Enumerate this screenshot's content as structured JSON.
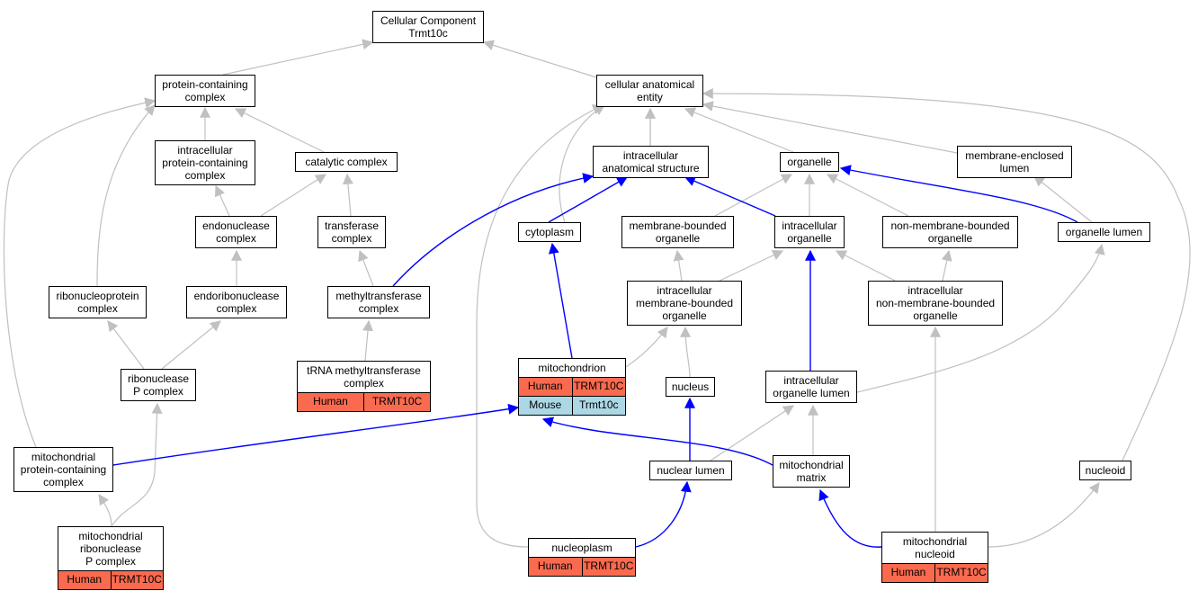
{
  "colors": {
    "edge_isa": "#c0c0c0",
    "edge_highlight": "#0000ff",
    "human_fill": "#fa6a4f",
    "mouse_fill": "#acd8e6"
  },
  "nodes": {
    "cc_root": {
      "title": "Cellular Component\nTrmt10c"
    },
    "protein_containing_complex": {
      "title": "protein-containing\ncomplex"
    },
    "cellular_anatomical_entity": {
      "title": "cellular anatomical\nentity"
    },
    "intracellular_protein_containing_complex": {
      "title": "intracellular\nprotein-containing\ncomplex"
    },
    "catalytic_complex": {
      "title": "catalytic complex"
    },
    "intracellular_anatomical_structure": {
      "title": "intracellular\nanatomical structure"
    },
    "organelle": {
      "title": "organelle"
    },
    "membrane_enclosed_lumen": {
      "title": "membrane-enclosed\nlumen"
    },
    "endonuclease_complex": {
      "title": "endonuclease\ncomplex"
    },
    "transferase_complex": {
      "title": "transferase\ncomplex"
    },
    "cytoplasm": {
      "title": "cytoplasm"
    },
    "membrane_bounded_organelle": {
      "title": "membrane-bounded\norganelle"
    },
    "intracellular_organelle": {
      "title": "intracellular\norganelle"
    },
    "non_membrane_bounded_organelle": {
      "title": "non-membrane-bounded\norganelle"
    },
    "organelle_lumen": {
      "title": "organelle lumen"
    },
    "ribonucleoprotein_complex": {
      "title": "ribonucleoprotein\ncomplex"
    },
    "endoribonuclease_complex": {
      "title": "endoribonuclease\ncomplex"
    },
    "methyltransferase_complex": {
      "title": "methyltransferase\ncomplex"
    },
    "intracellular_membrane_bounded_organelle": {
      "title": "intracellular\nmembrane-bounded\norganelle"
    },
    "intracellular_non_membrane_bounded_organelle": {
      "title": "intracellular\nnon-membrane-bounded\norganelle"
    },
    "ribonuclease_p_complex": {
      "title": "ribonuclease\nP complex"
    },
    "trna_methyltransferase_complex": {
      "title": "tRNA methyltransferase\ncomplex",
      "human": [
        "Human",
        "TRMT10C"
      ]
    },
    "mitochondrion": {
      "title": "mitochondrion",
      "human": [
        "Human",
        "TRMT10C"
      ],
      "mouse": [
        "Mouse",
        "Trmt10c"
      ]
    },
    "nucleus": {
      "title": "nucleus"
    },
    "intracellular_organelle_lumen": {
      "title": "intracellular\norganelle lumen"
    },
    "mitochondrial_protein_containing_complex": {
      "title": "mitochondrial\nprotein-containing\ncomplex"
    },
    "nuclear_lumen": {
      "title": "nuclear lumen"
    },
    "mitochondrial_matrix": {
      "title": "mitochondrial\nmatrix"
    },
    "nucleoid": {
      "title": "nucleoid"
    },
    "mitochondrial_ribonuclease_p_complex": {
      "title": "mitochondrial\nribonuclease\nP complex",
      "human": [
        "Human",
        "TRMT10C"
      ]
    },
    "nucleoplasm": {
      "title": "nucleoplasm",
      "human": [
        "Human",
        "TRMT10C"
      ]
    },
    "mitochondrial_nucleoid": {
      "title": "mitochondrial\nnucleoid",
      "human": [
        "Human",
        "TRMT10C"
      ]
    }
  }
}
